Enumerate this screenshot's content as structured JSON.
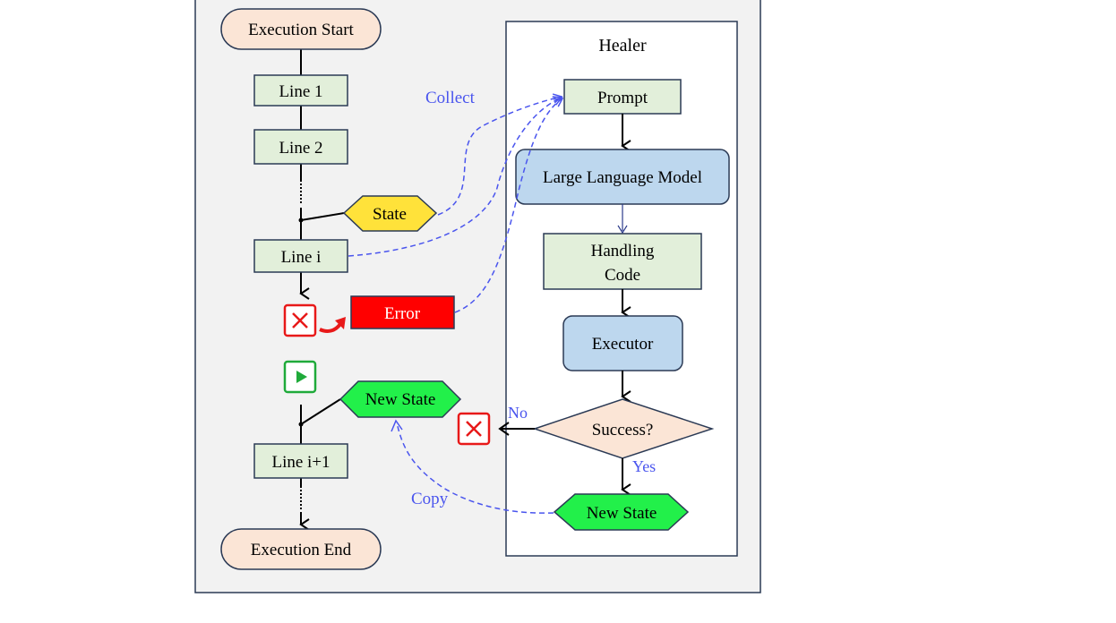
{
  "left_flow": {
    "start": "Execution Start",
    "line1": "Line 1",
    "line2": "Line 2",
    "state": "State",
    "line_i": "Line i",
    "error": "Error",
    "new_state": "New State",
    "line_i1": "Line i+1",
    "end": "Execution End"
  },
  "healer": {
    "title": "Healer",
    "prompt": "Prompt",
    "llm": "Large Language Model",
    "handling_code_line1": "Handling",
    "handling_code_line2": "Code",
    "executor": "Executor",
    "success": "Success?",
    "no": "No",
    "yes": "Yes",
    "new_state": "New State"
  },
  "labels": {
    "collect": "Collect",
    "copy": "Copy"
  },
  "colors": {
    "flow_box": "#e2efda",
    "terminal": "#fbe5d6",
    "state_yellow": "#ffe23a",
    "new_state_green": "#22f04a",
    "error_red": "#ff0000",
    "blue_box": "#bdd7ee",
    "dashed_blue": "#4a55ee",
    "panel_bg": "#f2f2f2",
    "panel_border": "#2b3a55"
  },
  "icons": {
    "fail_icon": "x-in-square",
    "run_icon": "play-in-square"
  }
}
